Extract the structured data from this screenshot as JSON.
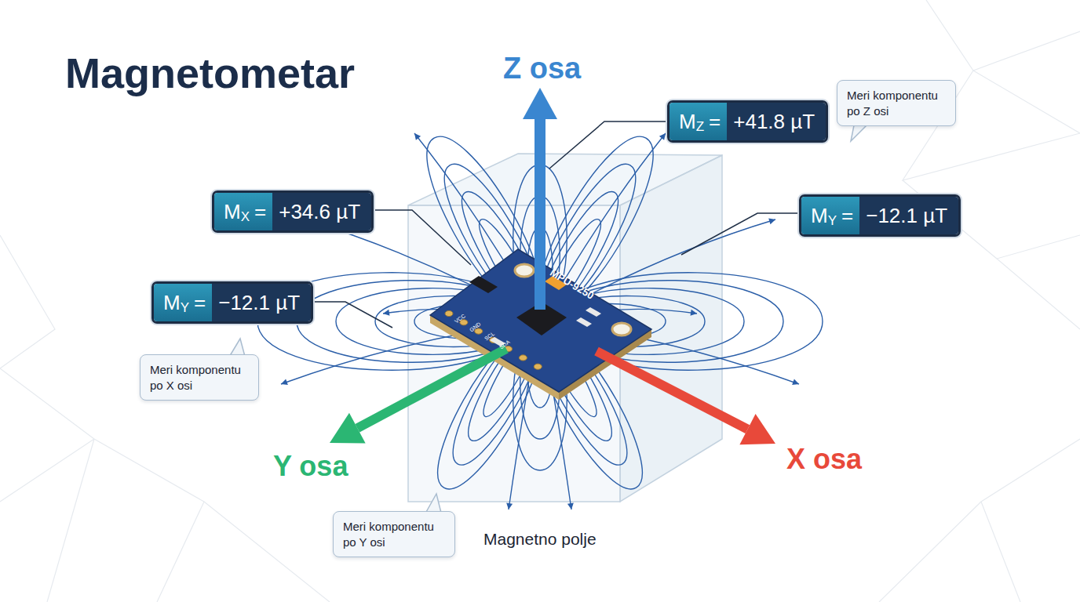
{
  "diagram": {
    "title": "Magnetometar",
    "nodes": [
      {
        "text": [
          "M",
          "Z",
          "=",
          "+41.8 µT"
        ]
      },
      {
        "text": [
          "Meri komponentu po Z osi"
        ]
      },
      {
        "text": [
          "M",
          "X",
          "=",
          "+34.6 µT"
        ]
      },
      {
        "text": [
          "M",
          "Y",
          "=",
          "−12.1 µT"
        ]
      },
      {
        "text": [
          "M",
          "Y",
          "=",
          "−12.1 µT"
        ]
      },
      {
        "text": [
          "Meri komponentu po X osi"
        ]
      },
      {
        "text": [
          "Meri komponentu po Y osi"
        ]
      }
    ],
    "labels": [
      "Z osa",
      "Y osa",
      "X osa",
      "Magnetno polje",
      "MPU-9250",
      "VCC",
      "GND",
      "SCL",
      "SDA"
    ]
  }
}
